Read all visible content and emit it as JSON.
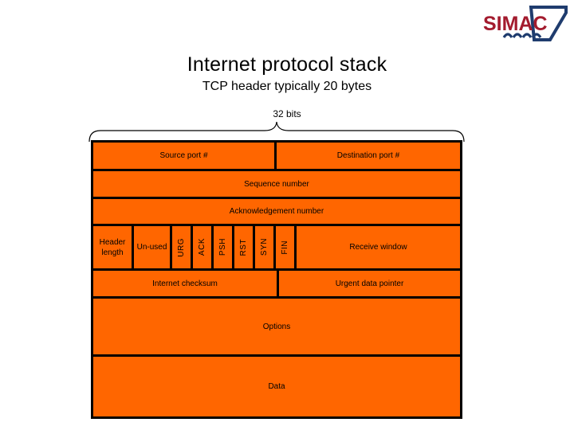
{
  "logo": {
    "name": "simac-logo",
    "text": "SIMAC",
    "text_color": "#A31B2E",
    "mark_color": "#1F3C6E"
  },
  "header": {
    "title": "Internet protocol stack",
    "subtitle": "TCP header typically  20 bytes"
  },
  "diagram": {
    "width_label": "32 bits",
    "fill_color": "#FF6600",
    "border_color": "#000000",
    "rows": [
      {
        "name": "ports-row",
        "cells": [
          {
            "label": "Source port #"
          },
          {
            "label": "Destination port #"
          }
        ]
      },
      {
        "name": "sequence-row",
        "cells": [
          {
            "label": "Sequence number"
          }
        ]
      },
      {
        "name": "acknowledgement-row",
        "cells": [
          {
            "label": "Acknowledgement number"
          }
        ]
      },
      {
        "name": "flags-row",
        "cells": [
          {
            "label": "Header length"
          },
          {
            "label": "Un-used"
          },
          {
            "label": "URG"
          },
          {
            "label": "ACK"
          },
          {
            "label": "PSH"
          },
          {
            "label": "RST"
          },
          {
            "label": "SYN"
          },
          {
            "label": "FIN"
          },
          {
            "label": "Receive window"
          }
        ]
      },
      {
        "name": "checksum-row",
        "cells": [
          {
            "label": "Internet checksum"
          },
          {
            "label": "Urgent data pointer"
          }
        ]
      },
      {
        "name": "options-row",
        "cells": [
          {
            "label": "Options"
          }
        ]
      },
      {
        "name": "data-row",
        "cells": [
          {
            "label": "Data"
          }
        ]
      }
    ]
  }
}
